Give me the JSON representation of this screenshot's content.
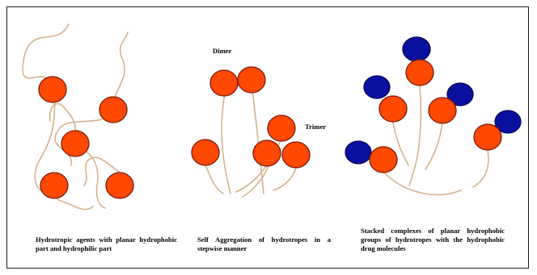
{
  "colors": {
    "hydrophobic_head": "#ff4800",
    "head_outline": "#7a1a0a",
    "drug_molecule": "#0a109e",
    "drug_outline": "#05085a",
    "hydrophilic_tail": "#d7b28a"
  },
  "panels": [
    {
      "caption": "Hydrotropic agents with planar hydrophobic part and hydrophilic part"
    },
    {
      "labels": {
        "dimer": "Dimer",
        "trimer": "Trimer"
      },
      "caption": "Self Aggregation of hydrotropes in a stepwise manner"
    },
    {
      "caption": "Stacked complexes of planar hydrophobic groups of hydrotropes with the hydrophobic drug molecules"
    }
  ]
}
